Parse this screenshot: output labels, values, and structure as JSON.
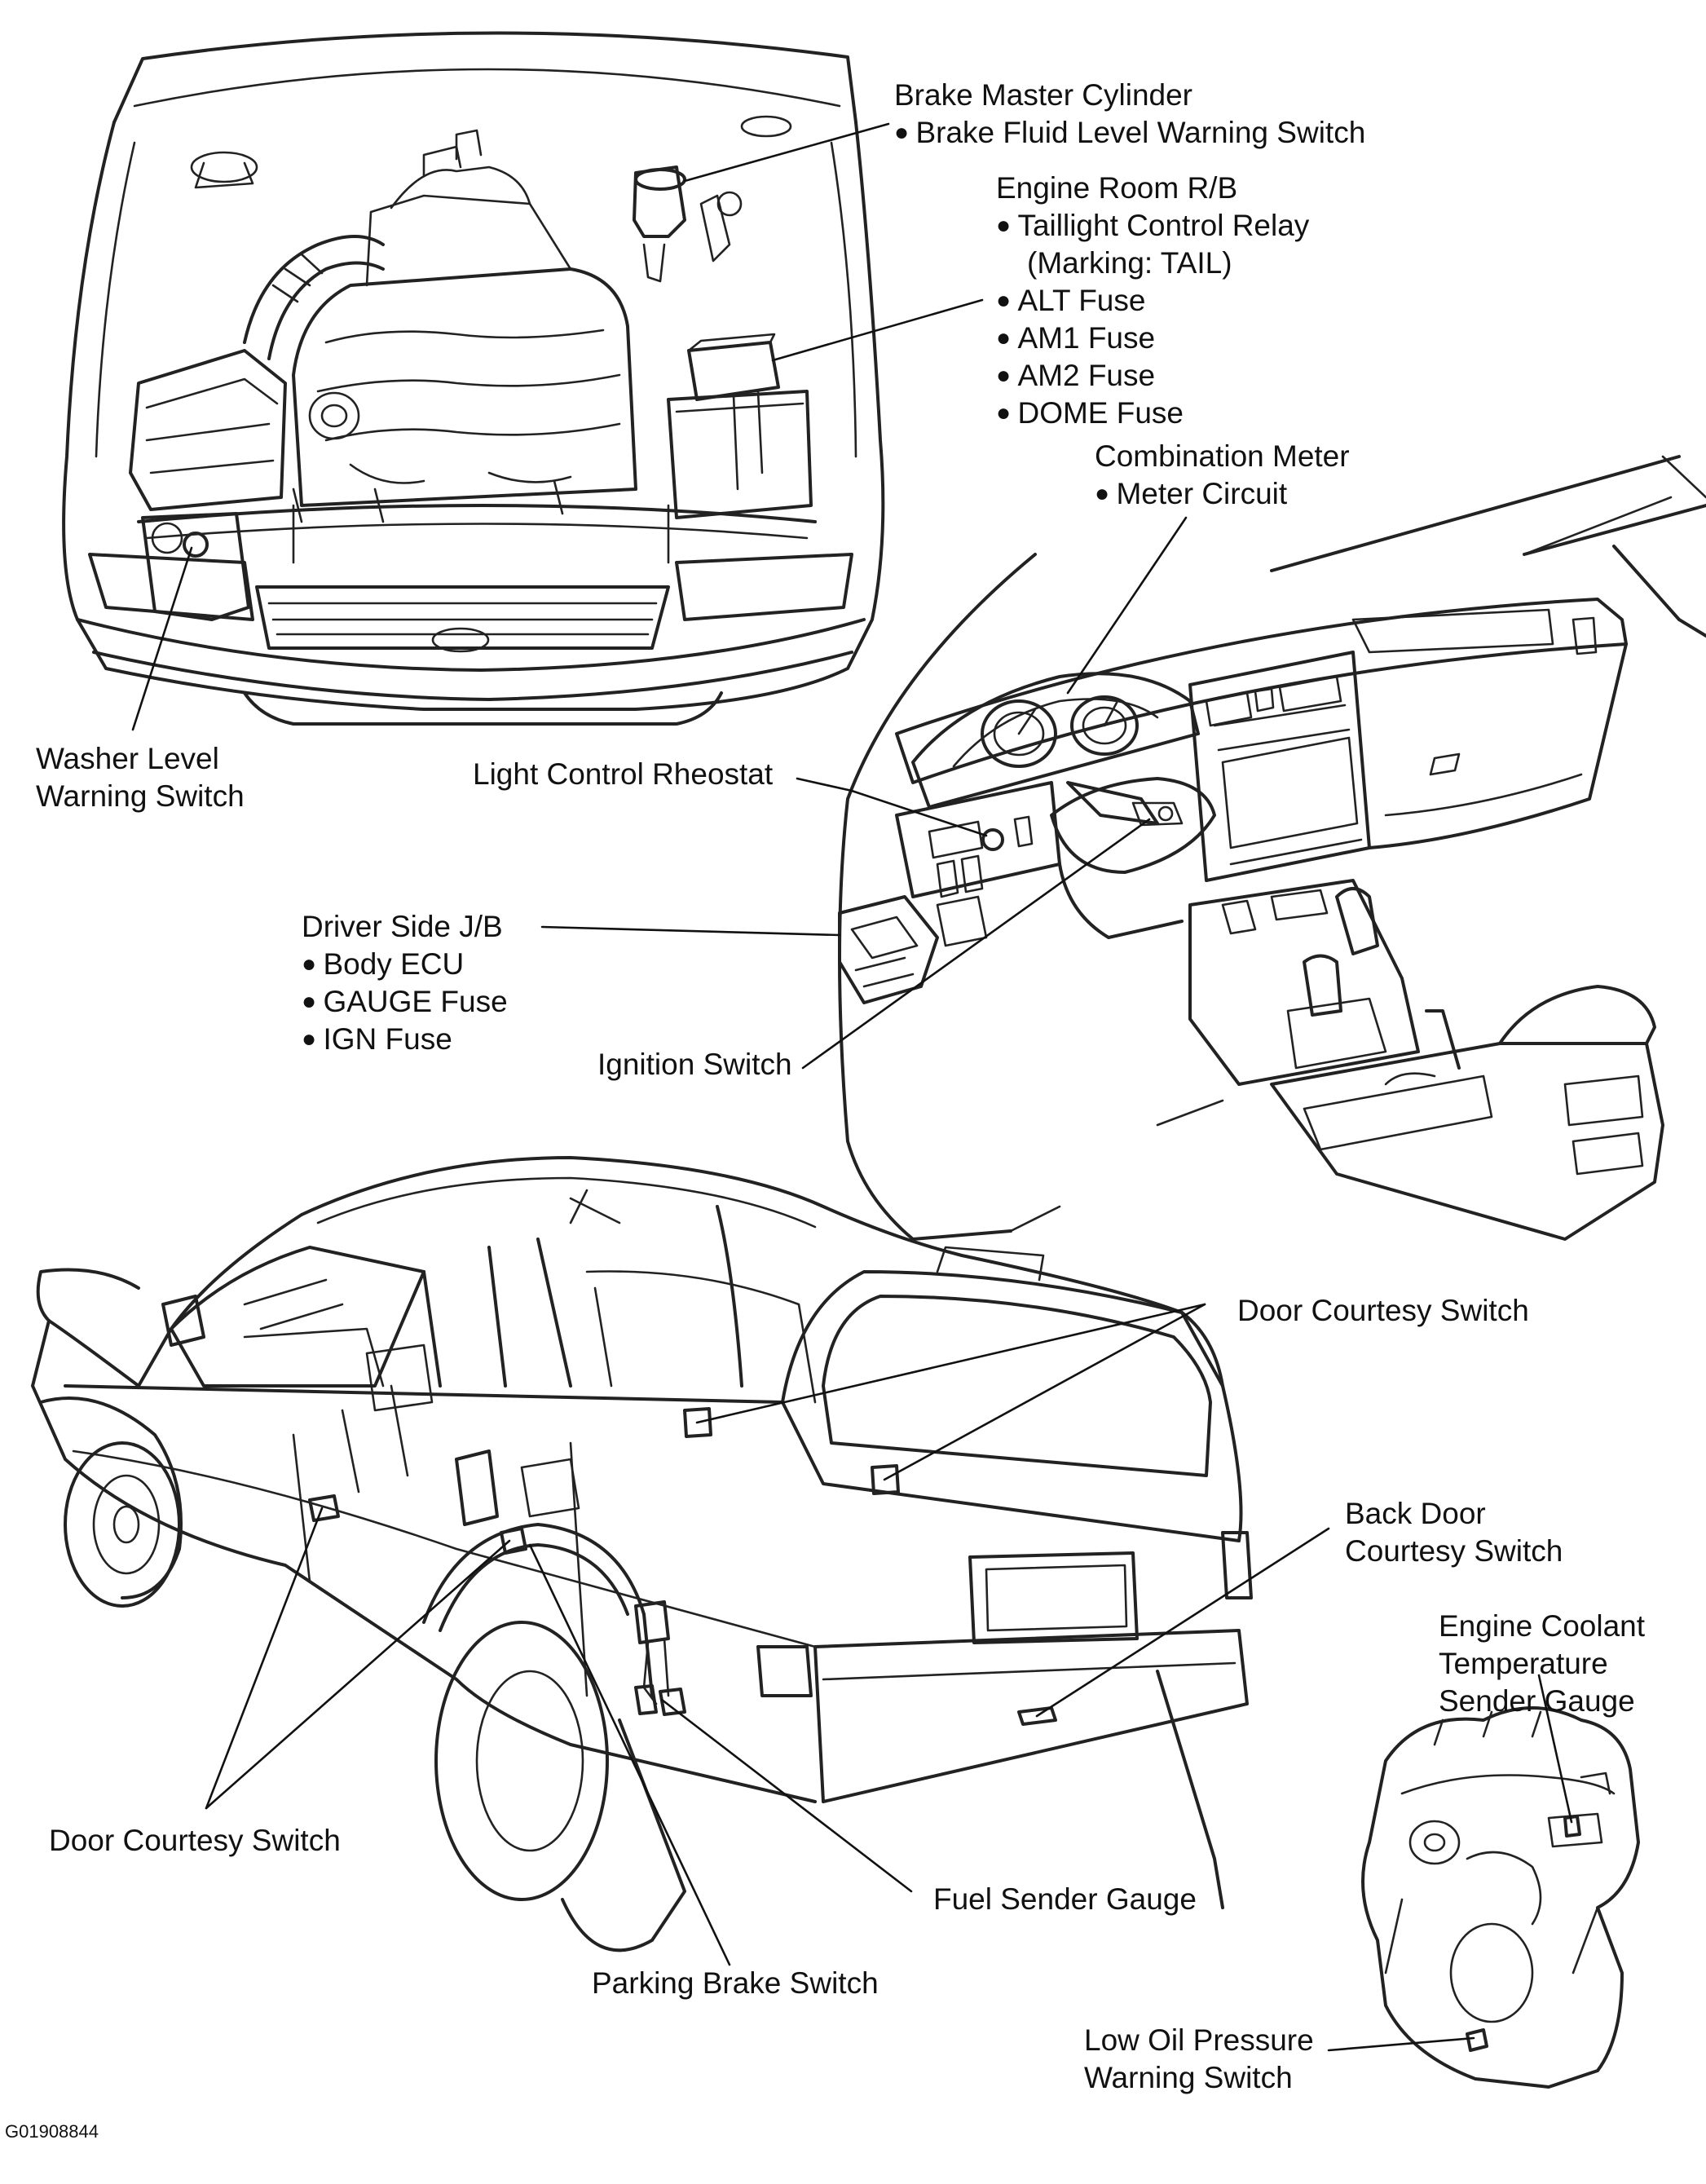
{
  "labels": {
    "brake_master": {
      "title": "Brake Master Cylinder",
      "items": [
        "Brake Fluid Level Warning Switch"
      ]
    },
    "engine_room_rb": {
      "title": "Engine Room R/B",
      "items": [
        "Taillight Control Relay",
        "(Marking: TAIL)",
        "ALT Fuse",
        "AM1 Fuse",
        "AM2 Fuse",
        "DOME Fuse"
      ]
    },
    "combination_meter": {
      "title": "Combination Meter",
      "items": [
        "Meter Circuit"
      ]
    },
    "washer_level": [
      "Washer Level",
      "Warning Switch"
    ],
    "light_control_rheostat": "Light Control Rheostat",
    "driver_side_jb": {
      "title": "Driver Side J/B",
      "items": [
        "Body ECU",
        "GAUGE Fuse",
        "IGN Fuse"
      ]
    },
    "ignition_switch": "Ignition Switch",
    "door_courtesy_right": "Door Courtesy Switch",
    "back_door_courtesy": [
      "Back Door",
      "Courtesy Switch"
    ],
    "engine_coolant": [
      "Engine Coolant",
      "Temperature",
      "Sender Gauge"
    ],
    "door_courtesy_left": "Door Courtesy Switch",
    "fuel_sender": "Fuel Sender Gauge",
    "parking_brake": "Parking Brake Switch",
    "low_oil_pressure": [
      "Low Oil Pressure",
      "Warning Switch"
    ],
    "figure_code": "G01908844"
  },
  "colors": {
    "ink": "#222222",
    "background": "#ffffff"
  }
}
